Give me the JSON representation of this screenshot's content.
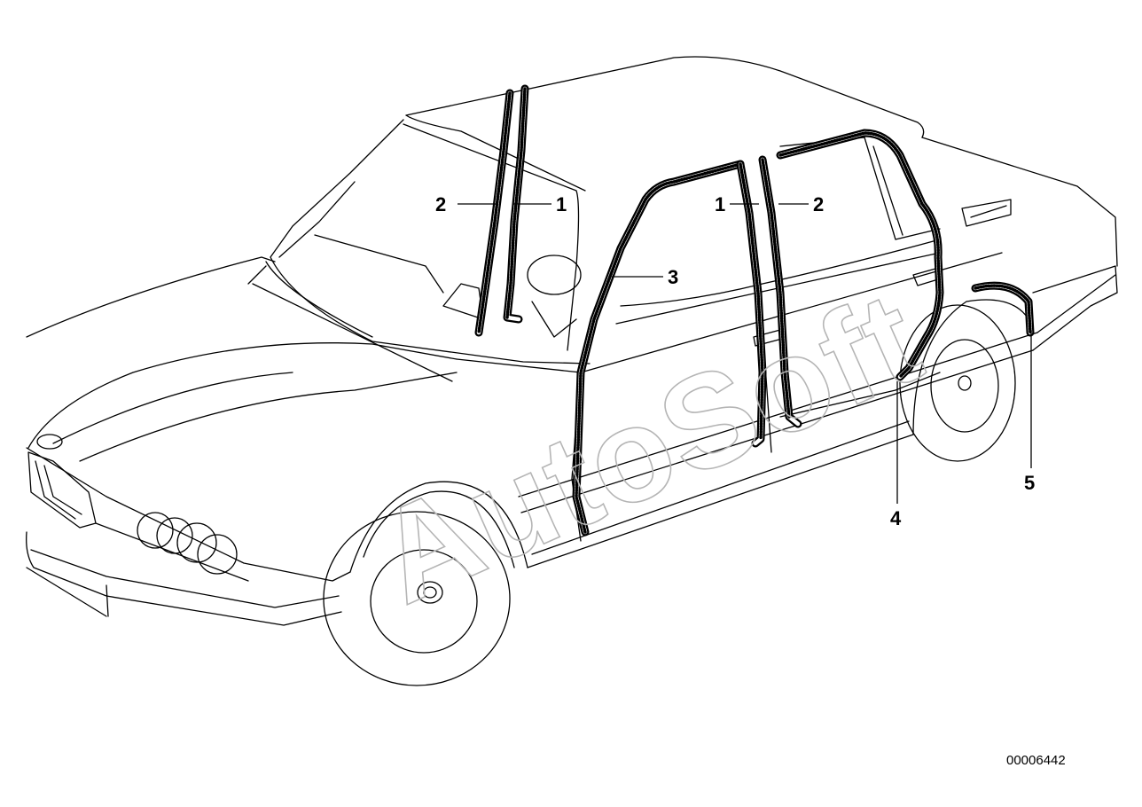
{
  "callouts": [
    {
      "id": "c-2-left",
      "label": "2"
    },
    {
      "id": "c-1-left",
      "label": "1"
    },
    {
      "id": "c-3",
      "label": "3"
    },
    {
      "id": "c-1-right",
      "label": "1"
    },
    {
      "id": "c-2-right",
      "label": "2"
    },
    {
      "id": "c-4",
      "label": "4"
    },
    {
      "id": "c-5",
      "label": "5"
    }
  ],
  "watermark": "AutoSoft",
  "document_number": "00006442"
}
